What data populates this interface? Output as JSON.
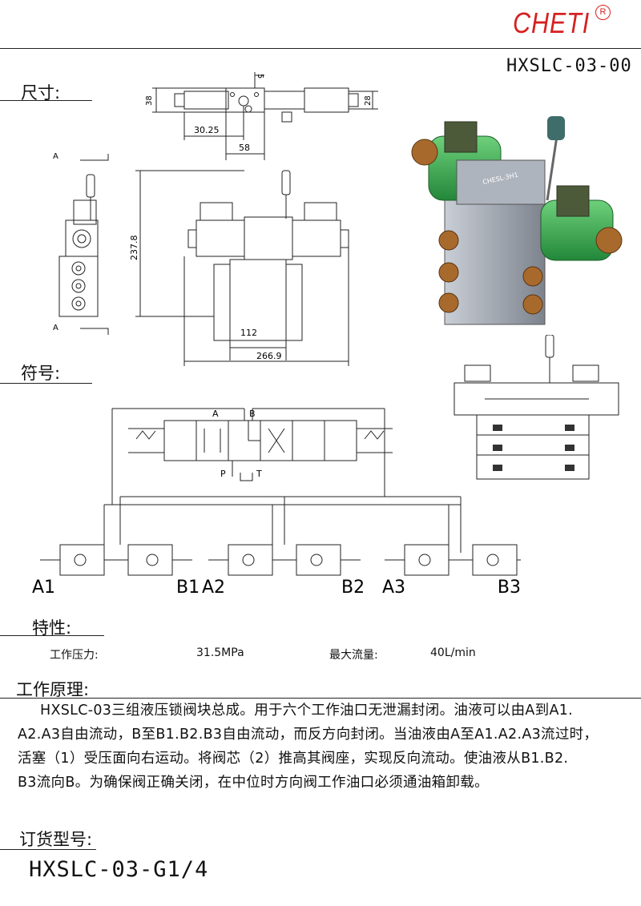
{
  "header": {
    "brand": "CHETI",
    "registered_mark": "R",
    "model": "HXSLC-03-00"
  },
  "sections": {
    "dimensions": "尺寸:",
    "symbol": "符号:",
    "characteristics": "特性:",
    "principle": "工作原理:",
    "order_model": "订货型号:"
  },
  "dimensions": {
    "top_view": [
      "5",
      "38",
      "28",
      "30.25",
      "58"
    ],
    "front_view": [
      "237.8",
      "112",
      "266.9"
    ],
    "side_view_marks": [
      "A",
      "A"
    ],
    "plate_label": "CHESL-3H1"
  },
  "symbol": {
    "valve_ports": [
      "A",
      "B",
      "P",
      "T"
    ],
    "port_labels": [
      "A1",
      "B1",
      "A2",
      "B2",
      "A3",
      "B3"
    ]
  },
  "specs": {
    "pressure_label": "工作压力:",
    "pressure_value": "31.5MPa",
    "flow_label": "最大流量:",
    "flow_value": "40L/min"
  },
  "principle_lines": [
    "HXSLC-03三组液压锁阀块总成。用于六个工作油口无泄漏封闭。油液可以由A到A1.",
    "A2.A3自由流动，B至B1.B2.B3自由流动，而反方向封闭。当油液由A至A1.A2.A3流过时，",
    "活塞（1）受压面向右运动。将阀芯（2）推高其阀座，实现反向流动。使油液从B1.B2.",
    "B3流向B。为确保阀正确关闭，在中位时方向阀工作油口必须通油箱卸载。"
  ],
  "order": {
    "code": "HXSLC-03-G1/4"
  },
  "colors": {
    "brand": "#d62020",
    "coil_green": "#3fae4a",
    "fitting_bronze": "#a86a2c",
    "body_steel": "#9aa0aa"
  }
}
